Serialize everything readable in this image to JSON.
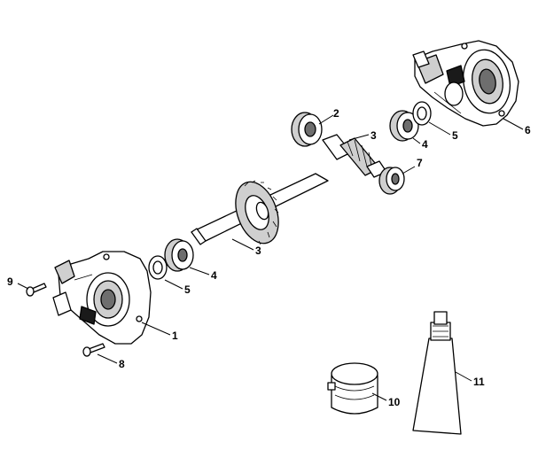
{
  "callouts": {
    "c1": "1",
    "c2": "2",
    "c3a": "3",
    "c3b": "3",
    "c4a": "4",
    "c4b": "4",
    "c5a": "5",
    "c5b": "5",
    "c6": "6",
    "c7": "7",
    "c8": "8",
    "c9": "9",
    "c10": "10",
    "c11": "11"
  }
}
